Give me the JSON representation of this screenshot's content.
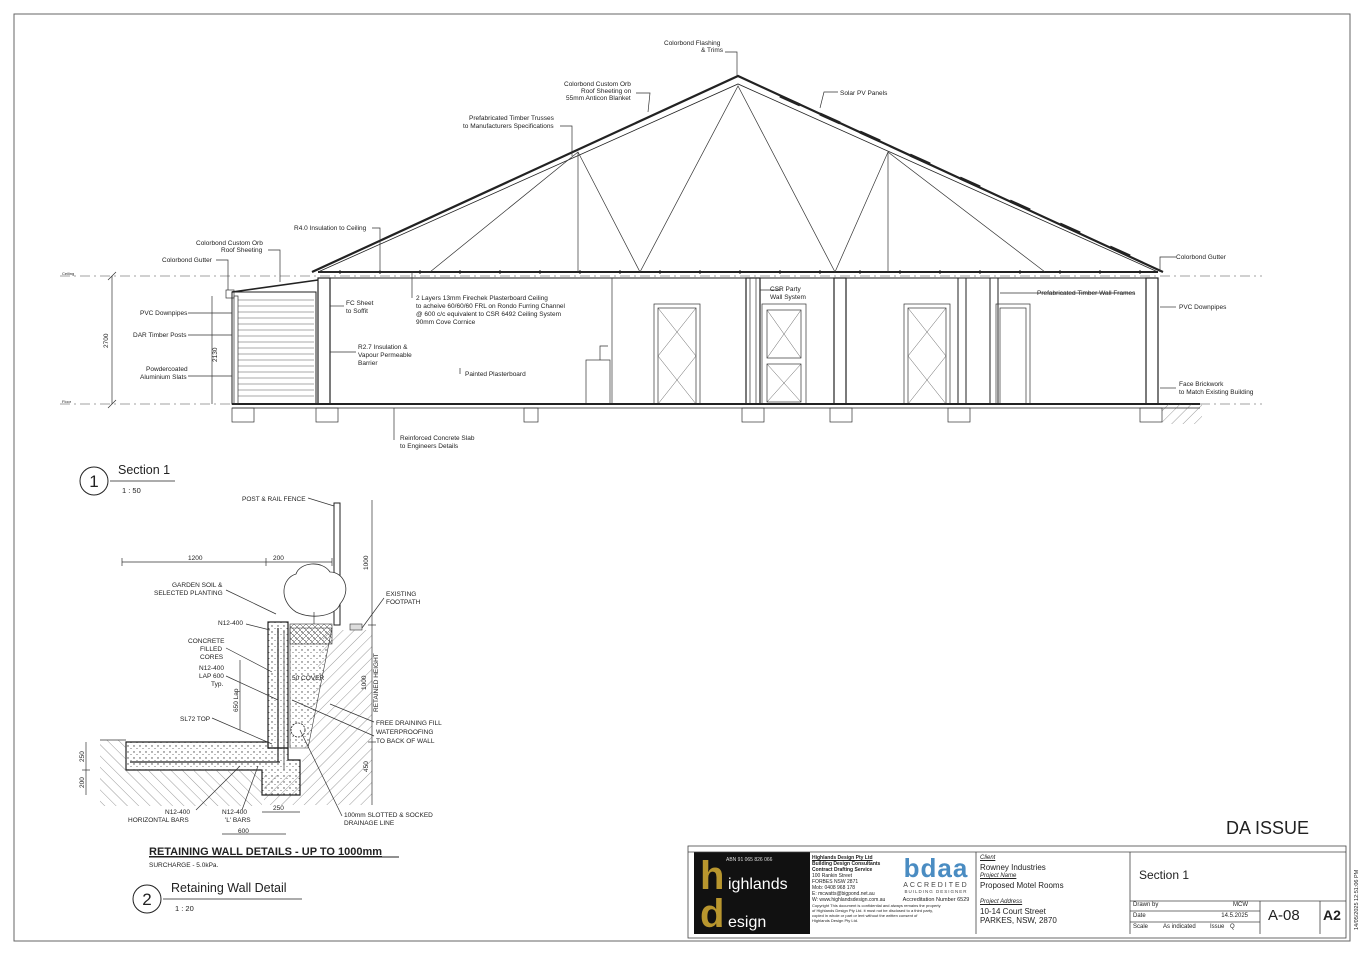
{
  "section_labels": [
    {
      "text": "Colorbond Flashing"
    },
    {
      "text": "& Trims"
    },
    {
      "text": "Colorbond Custom Orb"
    },
    {
      "text": "Roof Sheeting on"
    },
    {
      "text": "55mm Anticon Blanket"
    },
    {
      "text": "Solar PV Panels"
    },
    {
      "text": "Prefabricated Timber Trusses"
    },
    {
      "text": "to Manufacturers Specifications"
    },
    {
      "text": "R4.0 Insulation to Ceiling"
    },
    {
      "text": "Colorbond Custom Orb"
    },
    {
      "text": "Roof Sheeting"
    },
    {
      "text": "Colorbond Gutter"
    },
    {
      "text": "FC Sheet"
    },
    {
      "text": "to Soffit"
    },
    {
      "text": "2 Layers 13mm Firechek Plasterboard Ceiling"
    },
    {
      "text": "to acheive 60/60/60 FRL on Rondo Furring Channel"
    },
    {
      "text": "@ 600 c/c equivalent to CSR 6492 Ceiling System"
    },
    {
      "text": "90mm Cove Cornice"
    },
    {
      "text": "CSR Party"
    },
    {
      "text": "Wall System"
    },
    {
      "text": "Colorbond Gutter"
    },
    {
      "text": "Prefabricated Timber Wall Frames"
    },
    {
      "text": "PVC Downpipes"
    },
    {
      "text": "PVC Downpipes"
    },
    {
      "text": "DAR Timber Posts"
    },
    {
      "text": "R2.7 Insulation &"
    },
    {
      "text": "Vapour Permeable"
    },
    {
      "text": "Barrier"
    },
    {
      "text": "Powdercoated"
    },
    {
      "text": "Aluminium Slats"
    },
    {
      "text": "Painted Plasterboard"
    },
    {
      "text": "Face Brickwork"
    },
    {
      "text": "to Match Existing Building"
    },
    {
      "text": "Reinforced Concrete Slab"
    },
    {
      "text": "to Engineers Details"
    },
    {
      "text": "2700"
    },
    {
      "text": "2130"
    },
    {
      "text": "Ceiling"
    },
    {
      "text": "Floor"
    }
  ],
  "view1": {
    "number": "1",
    "title": "Section 1",
    "scale": "1 : 50"
  },
  "view2": {
    "number": "2",
    "title": "Retaining Wall Detail",
    "scale": "1 : 20"
  },
  "wall_labels": [
    {
      "text": "POST & RAIL FENCE"
    },
    {
      "text": "1200"
    },
    {
      "text": "200"
    },
    {
      "text": "1000"
    },
    {
      "text": "GARDEN SOIL &"
    },
    {
      "text": "SELECTED PLANTING"
    },
    {
      "text": "EXISTING"
    },
    {
      "text": "FOOTPATH"
    },
    {
      "text": "N12-400"
    },
    {
      "text": "CONCRETE"
    },
    {
      "text": "FILLED"
    },
    {
      "text": "CORES"
    },
    {
      "text": "N12-400"
    },
    {
      "text": "LAP 600"
    },
    {
      "text": "Typ."
    },
    {
      "text": "50 COVER"
    },
    {
      "text": "650 Lap"
    },
    {
      "text": "RETAINED HEIGHT"
    },
    {
      "text": "1000"
    },
    {
      "text": "SL72 TOP"
    },
    {
      "text": "FREE DRAINING FILL"
    },
    {
      "text": "WATERPROOFING"
    },
    {
      "text": "TO BACK OF WALL"
    },
    {
      "text": "250"
    },
    {
      "text": "200"
    },
    {
      "text": "450"
    },
    {
      "text": "N12-400"
    },
    {
      "text": "HORIZONTAL BARS"
    },
    {
      "text": "N12-400"
    },
    {
      "text": "'L' BARS"
    },
    {
      "text": "250"
    },
    {
      "text": "100mm SLOTTED & SOCKED"
    },
    {
      "text": "DRAINAGE LINE"
    },
    {
      "text": "600"
    }
  ],
  "wall_title": "RETAINING WALL DETAILS - UP TO 1000mm",
  "surcharge": "SURCHARGE - 5.0kPa.",
  "issue_stamp": "DA ISSUE",
  "title_block": {
    "abn": "ABN 91 065 826 066",
    "logo_line1": "ighlands",
    "logo_line2": "esign",
    "company": "Highlands Design Pty Ltd",
    "company_sub1": "Building Design Consultants",
    "company_sub2": "Contract Drafting Service",
    "address1": "100 Rankin Street",
    "address2": "FORBES NSW 2871",
    "mob": "Mob: 0408 968 178",
    "email": "E: mcwatts@bigpond.net.au",
    "web": "W: www.highlandsdesign.com.au",
    "copyright1": "Copyright This document is confidential and always remains the property",
    "copyright2": "of Highlands Design Pty Ltd. it must not be disclosed to a third party,",
    "copyright3": "copied in whole or part or lent without the written consent of",
    "copyright4": "Highlands Design Pty Ltd.",
    "bdaa_logo": "bdaa",
    "accredited": "ACCREDITED",
    "building_designer": "BUILDING DESIGNER",
    "accreditation": "Accreditation Number 6529",
    "client_label": "Client",
    "client": "Rowney Industries",
    "project_label": "Project Name",
    "project": "Proposed Motel Rooms",
    "address_label": "Project Address",
    "project_address1": "10-14 Court Street",
    "project_address2": "PARKES, NSW, 2870",
    "sheet_title": "Section 1",
    "drawn_label": "Drawn by",
    "drawn": "MCW",
    "date_label": "Date",
    "date": "14.5.2025",
    "scale_label": "Scale",
    "scale": "As indicated",
    "issue_label": "Issue",
    "issue": "Q",
    "drawing_no": "A-08",
    "sheet_size": "A2"
  },
  "timestamp": "14/05/2025 12:51:06 PM"
}
